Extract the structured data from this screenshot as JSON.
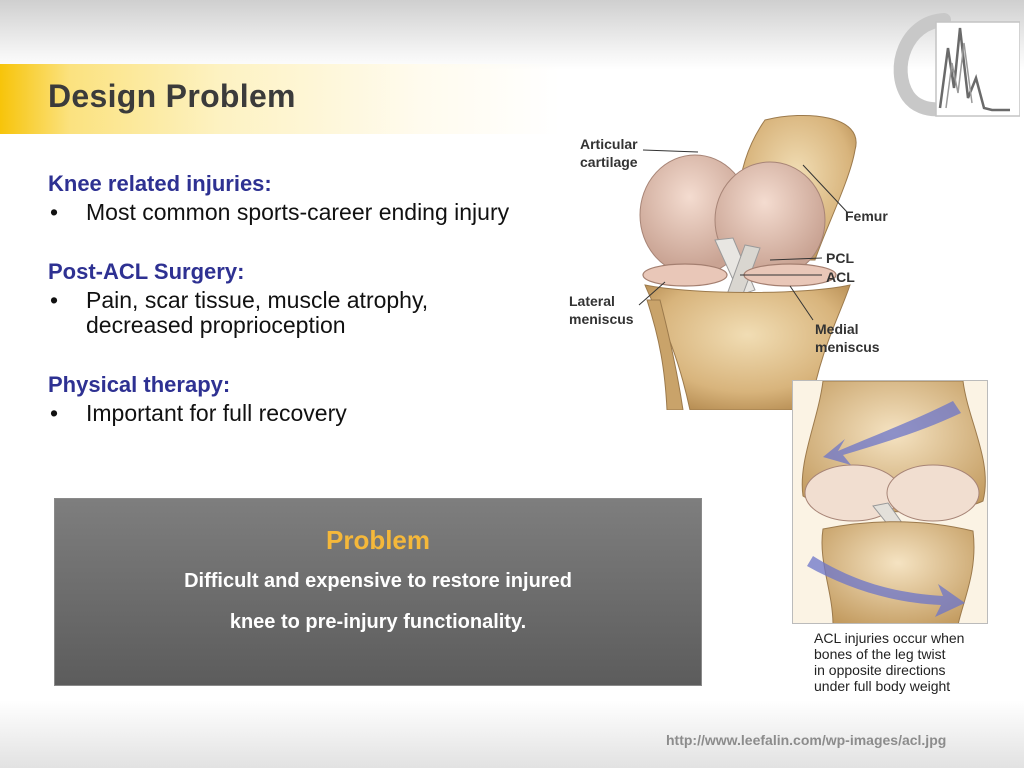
{
  "slide": {
    "title": "Design Problem",
    "sections": [
      {
        "heading": "Knee related injuries:",
        "bullets": [
          "Most common sports-career ending injury"
        ]
      },
      {
        "heading": "Post-ACL Surgery:",
        "bullets": [
          "Pain, scar tissue, muscle atrophy, decreased proprioception"
        ]
      },
      {
        "heading": "Physical therapy:",
        "bullets": [
          "Important for full recovery"
        ]
      }
    ],
    "bullet_char": "•",
    "problem": {
      "title": "Problem",
      "line1": "Difficult and expensive to restore injured",
      "line2": "knee to pre-injury functionality."
    },
    "knee_labels": {
      "articular_1": "Articular",
      "articular_2": "cartilage",
      "femur": "Femur",
      "pcl": "PCL",
      "acl": "ACL",
      "lateral_1": "Lateral",
      "lateral_2": "meniscus",
      "medial_1": "Medial",
      "medial_2": "meniscus"
    },
    "caption_lines": [
      "ACL injuries occur when",
      "bones of the leg twist",
      "in opposite directions",
      "under full body weight"
    ],
    "source_url": "http://www.leefalin.com/wp-images/acl.jpg"
  },
  "colors": {
    "heading": "#2e3192",
    "title": "#3b3b3b",
    "accent_band": "#f7c40a",
    "problem_title": "#f5b83a",
    "problem_bg": "#6b6b6b"
  }
}
